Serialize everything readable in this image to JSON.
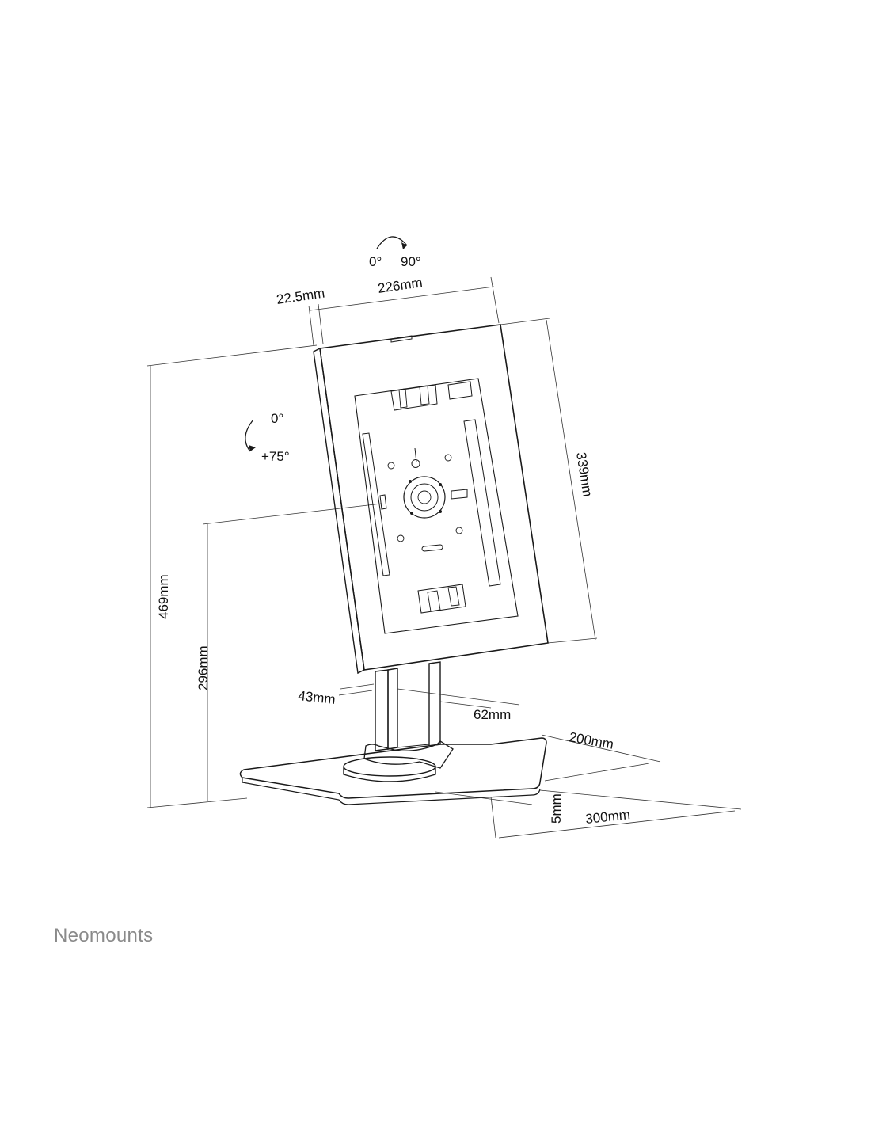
{
  "brand": {
    "name": "Neomounts"
  },
  "colors": {
    "line": "#1a1a1a",
    "brand_text": "#8a8a8a",
    "background": "#ffffff"
  },
  "rotation": {
    "start": "0°",
    "end": "90°"
  },
  "tilt": {
    "start": "0°",
    "end": "+75°"
  },
  "dimensions": {
    "depth_front": "22.5mm",
    "panel_width": "226mm",
    "panel_height": "339mm",
    "total_height": "469mm",
    "center_height": "296mm",
    "column_depth": "43mm",
    "column_width": "62mm",
    "base_depth": "200mm",
    "base_width": "300mm",
    "base_thickness": "5mm"
  }
}
